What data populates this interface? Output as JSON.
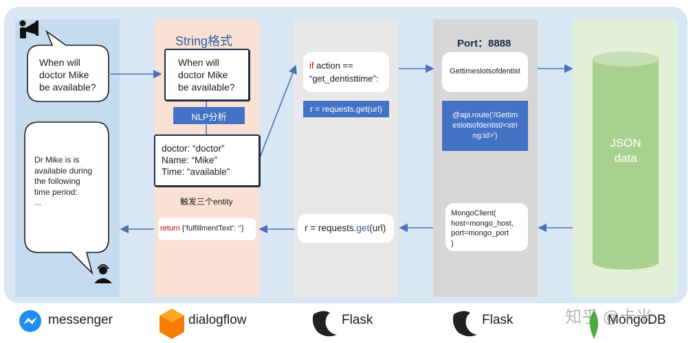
{
  "messenger": {
    "question": "When will\ndoctor Mike\nbe available?",
    "answer": "Dr Mike is is\navailable during\nthe following\ntime period:\n..."
  },
  "dialogflow": {
    "title": "String格式",
    "question": "When will\ndoctor Mike\nbe available?",
    "nlp_label": "NLP分析",
    "entities": "doctor: “doctor”\nName: “Mike”\nTime:   “available”",
    "trigger": "触发三个entity",
    "return_kw": "return",
    "return_rest": " {‘fulfillmentText’: ‘’}"
  },
  "flask1": {
    "if_kw": "if",
    "if_rest": " action ==",
    "if_line2": "“get_dentisttime”:",
    "request1": "r = requests.get(url)",
    "request2_a": "r = requests.",
    "request2_get": "get",
    "request2_b": "(url)"
  },
  "flask2": {
    "port": "Port：8888",
    "endpoint": "Gettimeslotsofdentist",
    "route": "@api.route('/Gettim\neslotsofdentist/<stri\nng:id>')",
    "mongo_client": "MongoClient(\nhost=mongo_host,\nport=mongo_port\n)"
  },
  "mongo": {
    "db_label": "JSON\ndata"
  },
  "footer": {
    "messenger": "messenger",
    "dialogflow": "dialogflow",
    "flask1": "Flask",
    "flask2": "Flask",
    "mongodb": "MongoDB",
    "watermark": "知乎 @卡米"
  },
  "colors": {
    "arrow": "#4a72b8",
    "keyword_red": "#c00000",
    "keyword_blue": "#2e5fa8",
    "cylinder": "#a9d18e"
  }
}
